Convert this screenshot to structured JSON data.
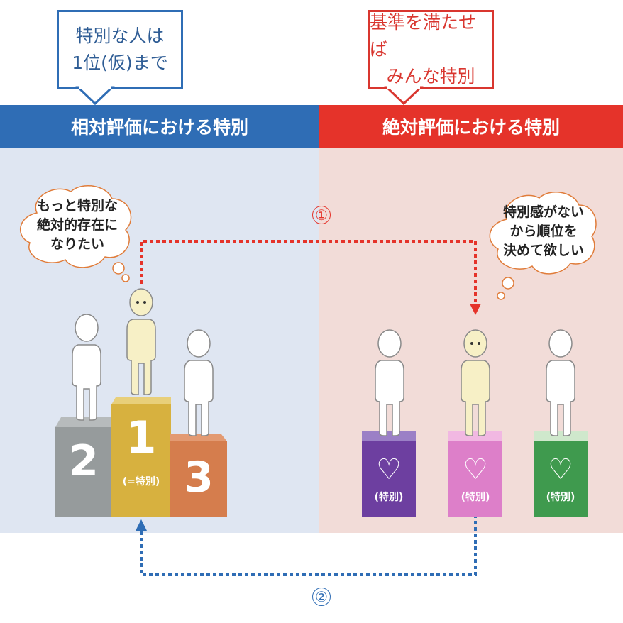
{
  "left": {
    "callout_line1": "特別な人は",
    "callout_line2": "1位(仮)まで",
    "header": "相対評価における特別",
    "thought_line1": "もっと特別な",
    "thought_line2": "絶対的存在に",
    "thought_line3": "なりたい",
    "podium": [
      {
        "num": "2",
        "sub": ""
      },
      {
        "num": "1",
        "sub": "(=特別)"
      },
      {
        "num": "3",
        "sub": ""
      }
    ]
  },
  "right": {
    "callout_line1": "基準を満たせば",
    "callout_line2": "みんな特別",
    "header": "絶対評価における特別",
    "thought_line1": "特別感がない",
    "thought_line2": "から順位を",
    "thought_line3": "決めて欲しい",
    "boxes": [
      {
        "icon": "heart-icon",
        "label": "(特別)"
      },
      {
        "icon": "heart-icon",
        "label": "(特別)"
      },
      {
        "icon": "heart-icon",
        "label": "(特別)"
      }
    ]
  },
  "arrows": {
    "step1": "①",
    "step2": "②"
  },
  "colors": {
    "blue": "#2f6db5",
    "red": "#e5332a",
    "left_bg": "#dfe6f2",
    "right_bg": "#f2dcd8",
    "podium_gray": "#969b9c",
    "podium_gold": "#d7b13f",
    "podium_orange": "#d57d4d",
    "box_purple": "#6d3fa0",
    "box_pink": "#dd7fc9",
    "box_green": "#3f9a4e"
  }
}
